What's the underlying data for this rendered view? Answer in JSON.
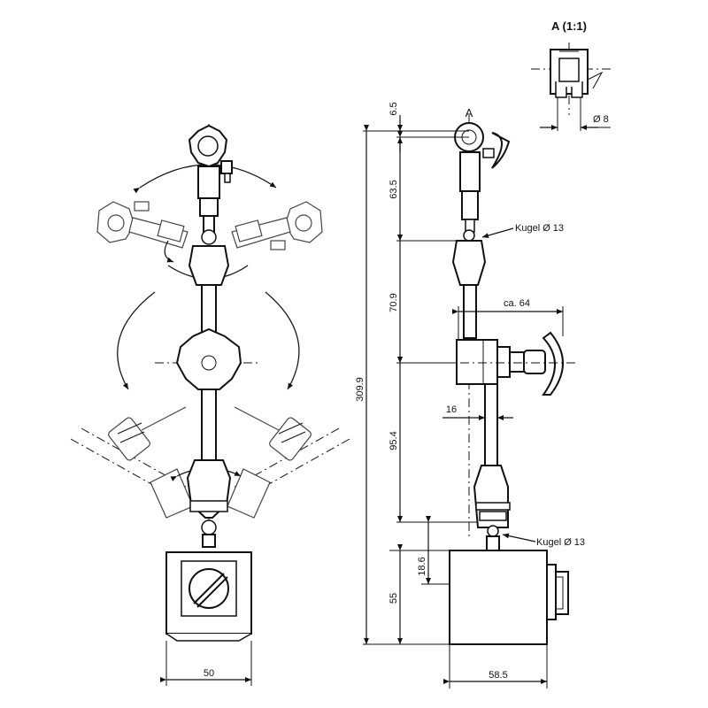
{
  "detail": {
    "title": "A (1:1)",
    "diameter": "Ø 8"
  },
  "side_view": {
    "detail_marker": "A",
    "ball_top": "Kugel Ø 13",
    "ball_bottom": "Kugel Ø 13",
    "overall_height": "309.9",
    "dim_top": "6.5",
    "dim_upper_arm": "63.5",
    "dim_middle": "70.9",
    "dim_lower": "95.4",
    "dim_base_height": "55",
    "dim_base_offset": "18.6",
    "dim_reach": "ca. 64",
    "dim_rod": "16",
    "dim_base_width": "58.5"
  },
  "front_view": {
    "dim_base_width": "50"
  }
}
